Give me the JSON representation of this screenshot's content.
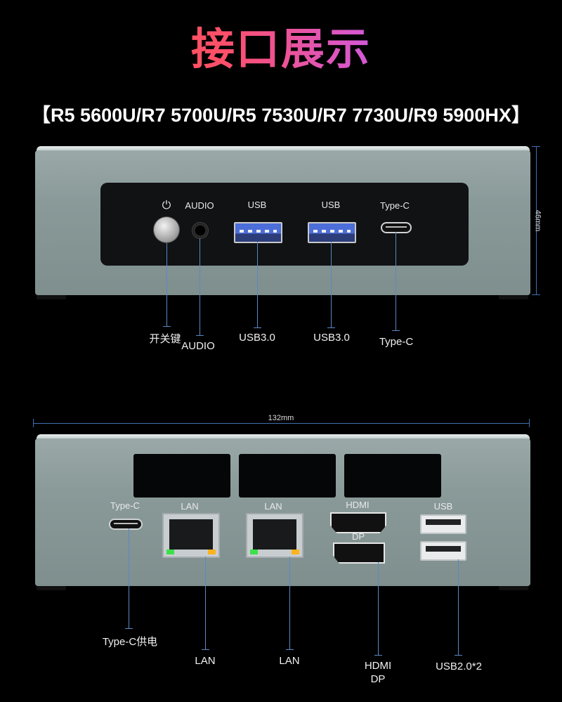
{
  "header": {
    "title": "接口展示",
    "subtitle": "【R5 5600U/R7 5700U/R5 7530U/R7 7730U/R9 5900HX】"
  },
  "front": {
    "height_dim": "46mm",
    "port_labels": {
      "power_icon": "⏻",
      "audio": "AUDIO",
      "usb_a": "USB",
      "usb_b": "USB",
      "typec": "Type-C"
    },
    "callouts": {
      "power": "开关键",
      "audio": "AUDIO",
      "usb_a": "USB3.0",
      "usb_b": "USB3.0",
      "typec": "Type-C"
    }
  },
  "rear": {
    "width_dim": "132mm",
    "port_labels": {
      "typec": "Type-C",
      "lan_a": "LAN",
      "lan_b": "LAN",
      "hdmi": "HDMI",
      "dp": "DP",
      "usb": "USB"
    },
    "callouts": {
      "typec": "Type-C供电",
      "lan_a": "LAN",
      "lan_b": "LAN",
      "hdmi": "HDMI",
      "dp": "DP",
      "usb": "USB2.0*2"
    }
  },
  "colors": {
    "leader_line": "#5b88c6",
    "chassis": "#8a9a99",
    "title_gradient_start": "#ff5a3c",
    "title_gradient_end": "#8a5cff"
  }
}
